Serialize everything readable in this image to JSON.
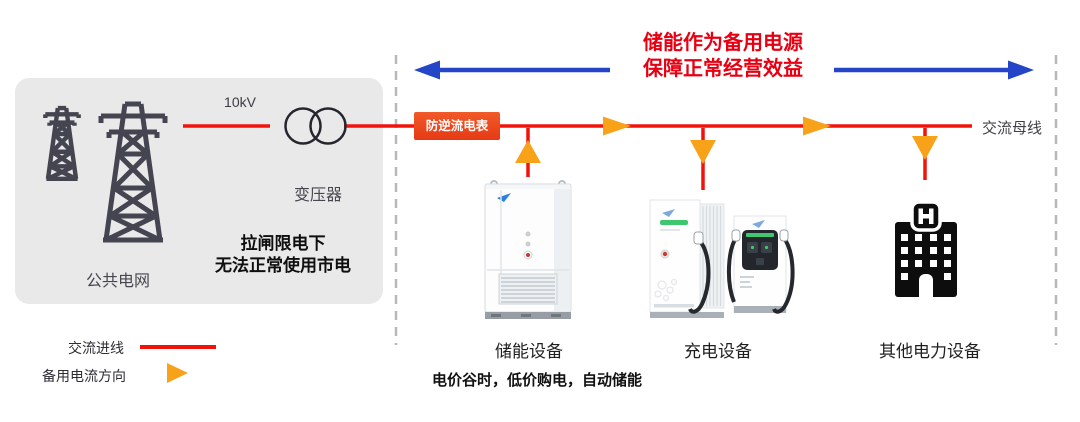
{
  "title": {
    "line1": "储能作为备用电源",
    "line2": "保障正常经营效益"
  },
  "grid": {
    "label": "公共电网",
    "voltage": "10kV",
    "transformer_label": "变压器",
    "warning_line1": "拉闸限电下",
    "warning_line2": "无法正常使用市电"
  },
  "bus": {
    "meter_label": "防逆流电表",
    "label": "交流母线"
  },
  "devices": [
    {
      "label": "储能设备",
      "icon": "battery-storage-cabinet-icon"
    },
    {
      "label": "充电设备",
      "icon": "ev-charger-icon"
    },
    {
      "label": "其他电力设备",
      "icon": "hospital-building-icon"
    }
  ],
  "note": {
    "text": "电价谷时，低价购电，自动储能"
  },
  "legend": {
    "items": [
      {
        "label": "交流进线",
        "symbol": "red-line"
      },
      {
        "label": "备用电流方向",
        "symbol": "orange-arrow-right"
      }
    ]
  },
  "icons": [
    "transmission-tower-icon",
    "transformer-icon",
    "hospital-building-icon",
    "backup-flow-arrow-icon"
  ],
  "colors": {
    "line_red": "#F2120A",
    "title_red": "#E60012",
    "arrow_blue": "#2545C8",
    "flow_orange": "#F7A219",
    "meter_bg_top": "#F05A28",
    "meter_bg_bottom": "#E63A16",
    "panel_gray": "#E9E9EA",
    "tower_gray": "#454551"
  }
}
